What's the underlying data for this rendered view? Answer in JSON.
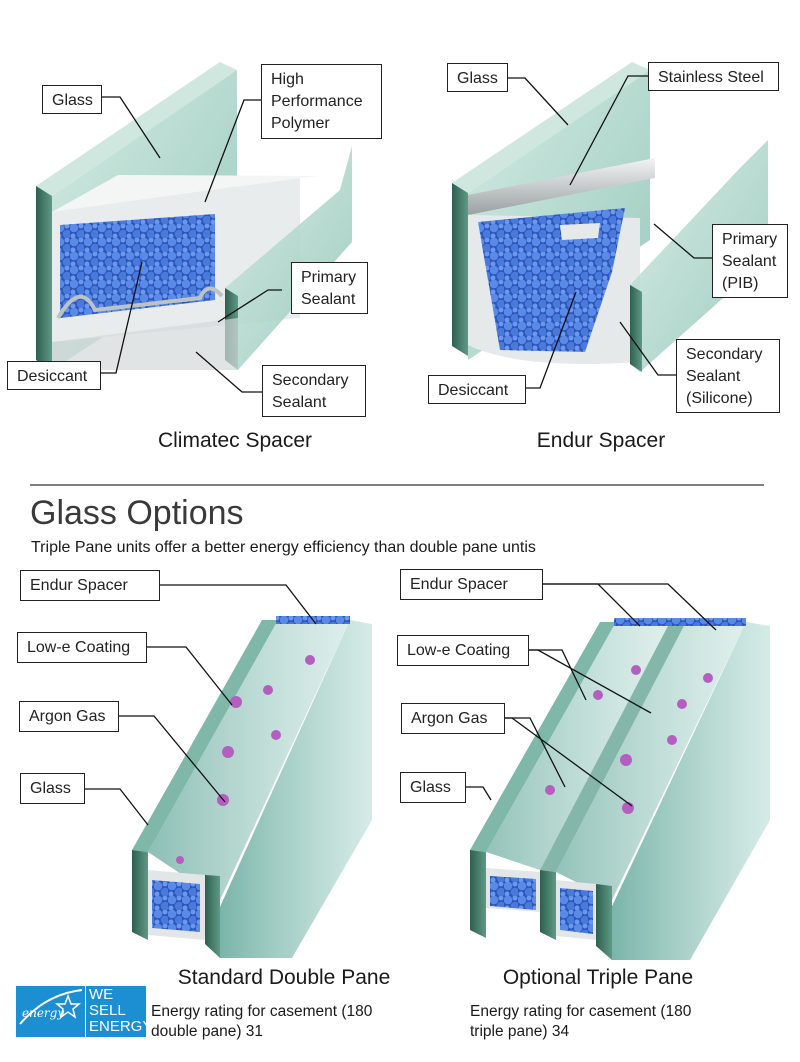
{
  "top_left": {
    "caption": "Climatec Spacer",
    "labels": {
      "glass": "Glass",
      "polymer": "High\nPerformance\nPolymer",
      "primary": "Primary\nSealant",
      "desiccant": "Desiccant",
      "secondary": "Secondary\nSealant"
    }
  },
  "top_right": {
    "caption": "Endur Spacer",
    "labels": {
      "glass": "Glass",
      "steel": "Stainless Steel",
      "primary": "Primary\nSealant\n(PIB)",
      "desiccant": "Desiccant",
      "secondary": "Secondary\nSealant\n(Silicone)"
    }
  },
  "section": {
    "title": "Glass Options",
    "subtitle": "Triple Pane units offer a better energy efficiency than double pane untis"
  },
  "double_pane": {
    "caption": "Standard Double Pane",
    "labels": {
      "spacer": "Endur Spacer",
      "lowe": "Low-e Coating",
      "argon": "Argon Gas",
      "glass": "Glass"
    },
    "rating": "Energy rating for casement (180\ndouble pane) 31"
  },
  "triple_pane": {
    "caption": "Optional Triple Pane",
    "labels": {
      "spacer": "Endur Spacer",
      "lowe": "Low-e Coating",
      "argon": "Argon Gas",
      "glass": "Glass"
    },
    "rating": "Energy rating for casement (180\ntriple pane) 34"
  },
  "energy_star": {
    "text": "WE SELL\nENERGY\nSTAR",
    "script": "energy"
  },
  "colors": {
    "glass": "#9fcfc3",
    "glass_edge": "#3f6f5e",
    "desiccant": "#3d6fd6",
    "argon": "#b45fc0",
    "energy_star": "#1b8fd2"
  }
}
